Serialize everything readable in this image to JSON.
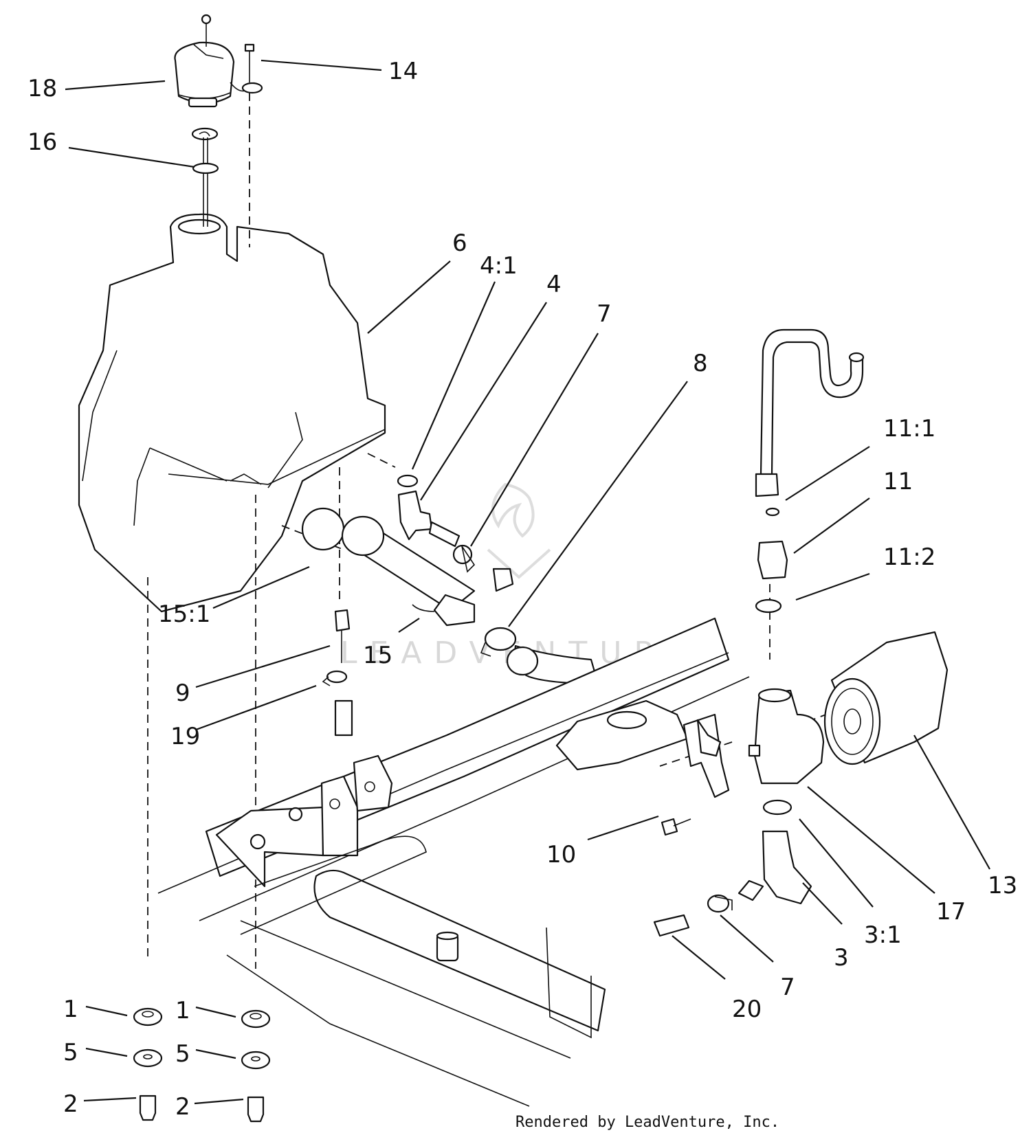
{
  "callouts": {
    "c18": "18",
    "c14": "14",
    "c16": "16",
    "c6": "6",
    "c4_1": "4:1",
    "c4": "4",
    "c7a": "7",
    "c8": "8",
    "c11_1": "11:1",
    "c11": "11",
    "c11_2": "11:2",
    "c15_1": "15:1",
    "c9": "9",
    "c15": "15",
    "c19": "19",
    "c13": "13",
    "c17": "17",
    "c3_1": "3:1",
    "c3": "3",
    "c10": "10",
    "c7b": "7",
    "c20": "20",
    "c1a": "1",
    "c1b": "1",
    "c5a": "5",
    "c5b": "5",
    "c2a": "2",
    "c2b": "2"
  },
  "watermark": "LEADVENTURE",
  "credit": "Rendered by LeadVenture, Inc."
}
